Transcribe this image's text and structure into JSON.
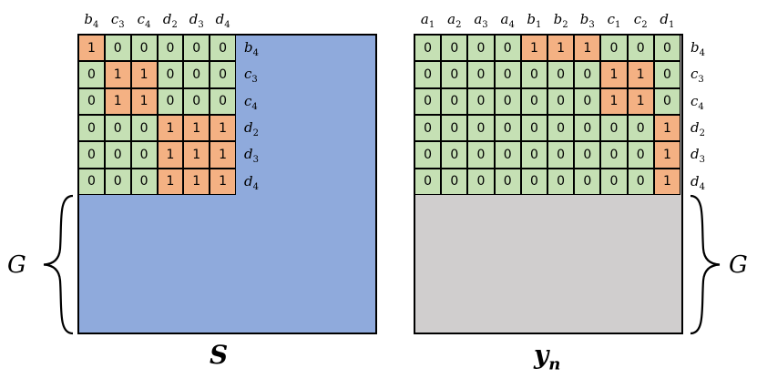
{
  "left": {
    "title_var": "S",
    "group_label": "G",
    "col_labels": [
      [
        "b",
        "4"
      ],
      [
        "c",
        "3"
      ],
      [
        "c",
        "4"
      ],
      [
        "d",
        "2"
      ],
      [
        "d",
        "3"
      ],
      [
        "d",
        "4"
      ]
    ],
    "row_labels": [
      [
        "b",
        "4"
      ],
      [
        "c",
        "3"
      ],
      [
        "c",
        "4"
      ],
      [
        "d",
        "2"
      ],
      [
        "d",
        "3"
      ],
      [
        "d",
        "4"
      ]
    ],
    "matrix": [
      [
        1,
        0,
        0,
        0,
        0,
        0
      ],
      [
        0,
        1,
        1,
        0,
        0,
        0
      ],
      [
        0,
        1,
        1,
        0,
        0,
        0
      ],
      [
        0,
        0,
        0,
        1,
        1,
        1
      ],
      [
        0,
        0,
        0,
        1,
        1,
        1
      ],
      [
        0,
        0,
        0,
        1,
        1,
        1
      ]
    ]
  },
  "right": {
    "title_var": "y",
    "title_sub": "n",
    "group_label": "G",
    "col_labels": [
      [
        "a",
        "1"
      ],
      [
        "a",
        "2"
      ],
      [
        "a",
        "3"
      ],
      [
        "a",
        "4"
      ],
      [
        "b",
        "1"
      ],
      [
        "b",
        "2"
      ],
      [
        "b",
        "3"
      ],
      [
        "c",
        "1"
      ],
      [
        "c",
        "2"
      ],
      [
        "d",
        "1"
      ]
    ],
    "row_labels": [
      [
        "b",
        "4"
      ],
      [
        "c",
        "3"
      ],
      [
        "c",
        "4"
      ],
      [
        "d",
        "2"
      ],
      [
        "d",
        "3"
      ],
      [
        "d",
        "4"
      ]
    ],
    "matrix": [
      [
        0,
        0,
        0,
        0,
        1,
        1,
        1,
        0,
        0,
        0
      ],
      [
        0,
        0,
        0,
        0,
        0,
        0,
        0,
        1,
        1,
        0
      ],
      [
        0,
        0,
        0,
        0,
        0,
        0,
        0,
        1,
        1,
        0
      ],
      [
        0,
        0,
        0,
        0,
        0,
        0,
        0,
        0,
        0,
        1
      ],
      [
        0,
        0,
        0,
        0,
        0,
        0,
        0,
        0,
        0,
        1
      ],
      [
        0,
        0,
        0,
        0,
        0,
        0,
        0,
        0,
        0,
        1
      ]
    ]
  },
  "colors": {
    "one_cell": "#F4B183",
    "zero_cell": "#C5E0B4",
    "s_fill": "#8FAADC",
    "y_fill": "#D0CECE"
  }
}
